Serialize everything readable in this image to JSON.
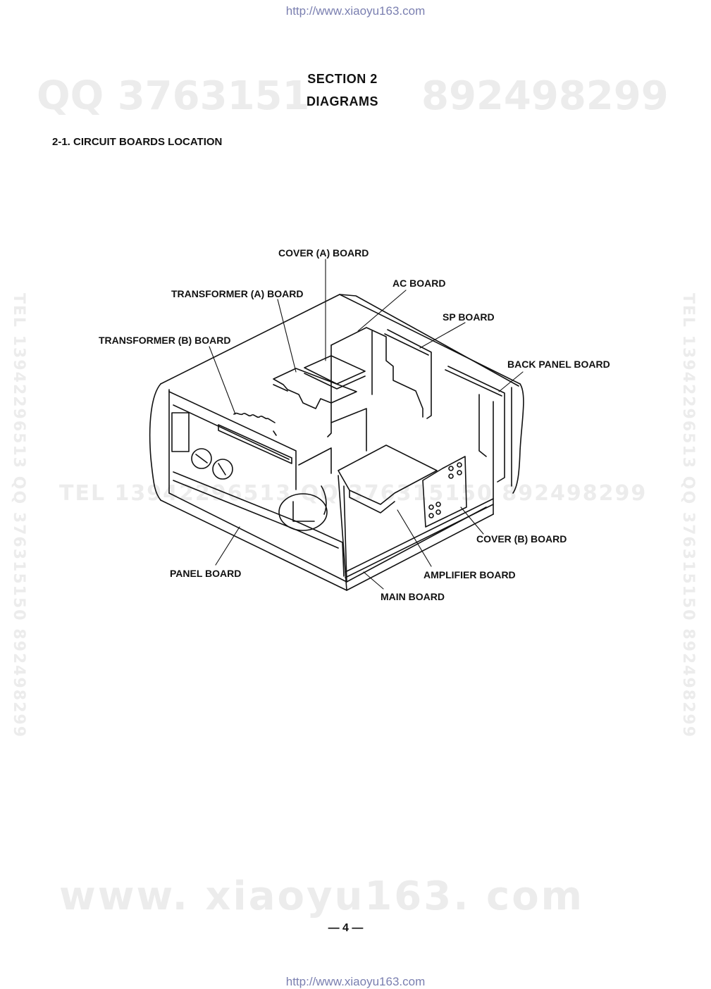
{
  "header_url": "http://www.xiaoyu163.com",
  "footer_url": "http://www.xiaoyu163.com",
  "watermarks": {
    "qq_left": "QQ 3763151",
    "qq_right": "892498299",
    "tel_center": "TEL 13942296513  QQ 376315150  892498299",
    "tel_vertical": "TEL 13942296513 QQ 376315150 892498299",
    "site": "www. xiaoyu163. com"
  },
  "section_title": "SECTION 2",
  "section_subtitle": "DIAGRAMS",
  "subsection_heading": "2-1.  CIRCUIT BOARDS LOCATION",
  "labels": {
    "cover_a": "COVER (A) BOARD",
    "ac": "AC BOARD",
    "transformer_a": "TRANSFORMER (A) BOARD",
    "sp": "SP BOARD",
    "transformer_b": "TRANSFORMER (B) BOARD",
    "back_panel": "BACK PANEL BOARD",
    "cover_b": "COVER (B) BOARD",
    "panel": "PANEL BOARD",
    "amplifier": "AMPLIFIER BOARD",
    "main": "MAIN BOARD"
  },
  "page_number": "— 4 —"
}
